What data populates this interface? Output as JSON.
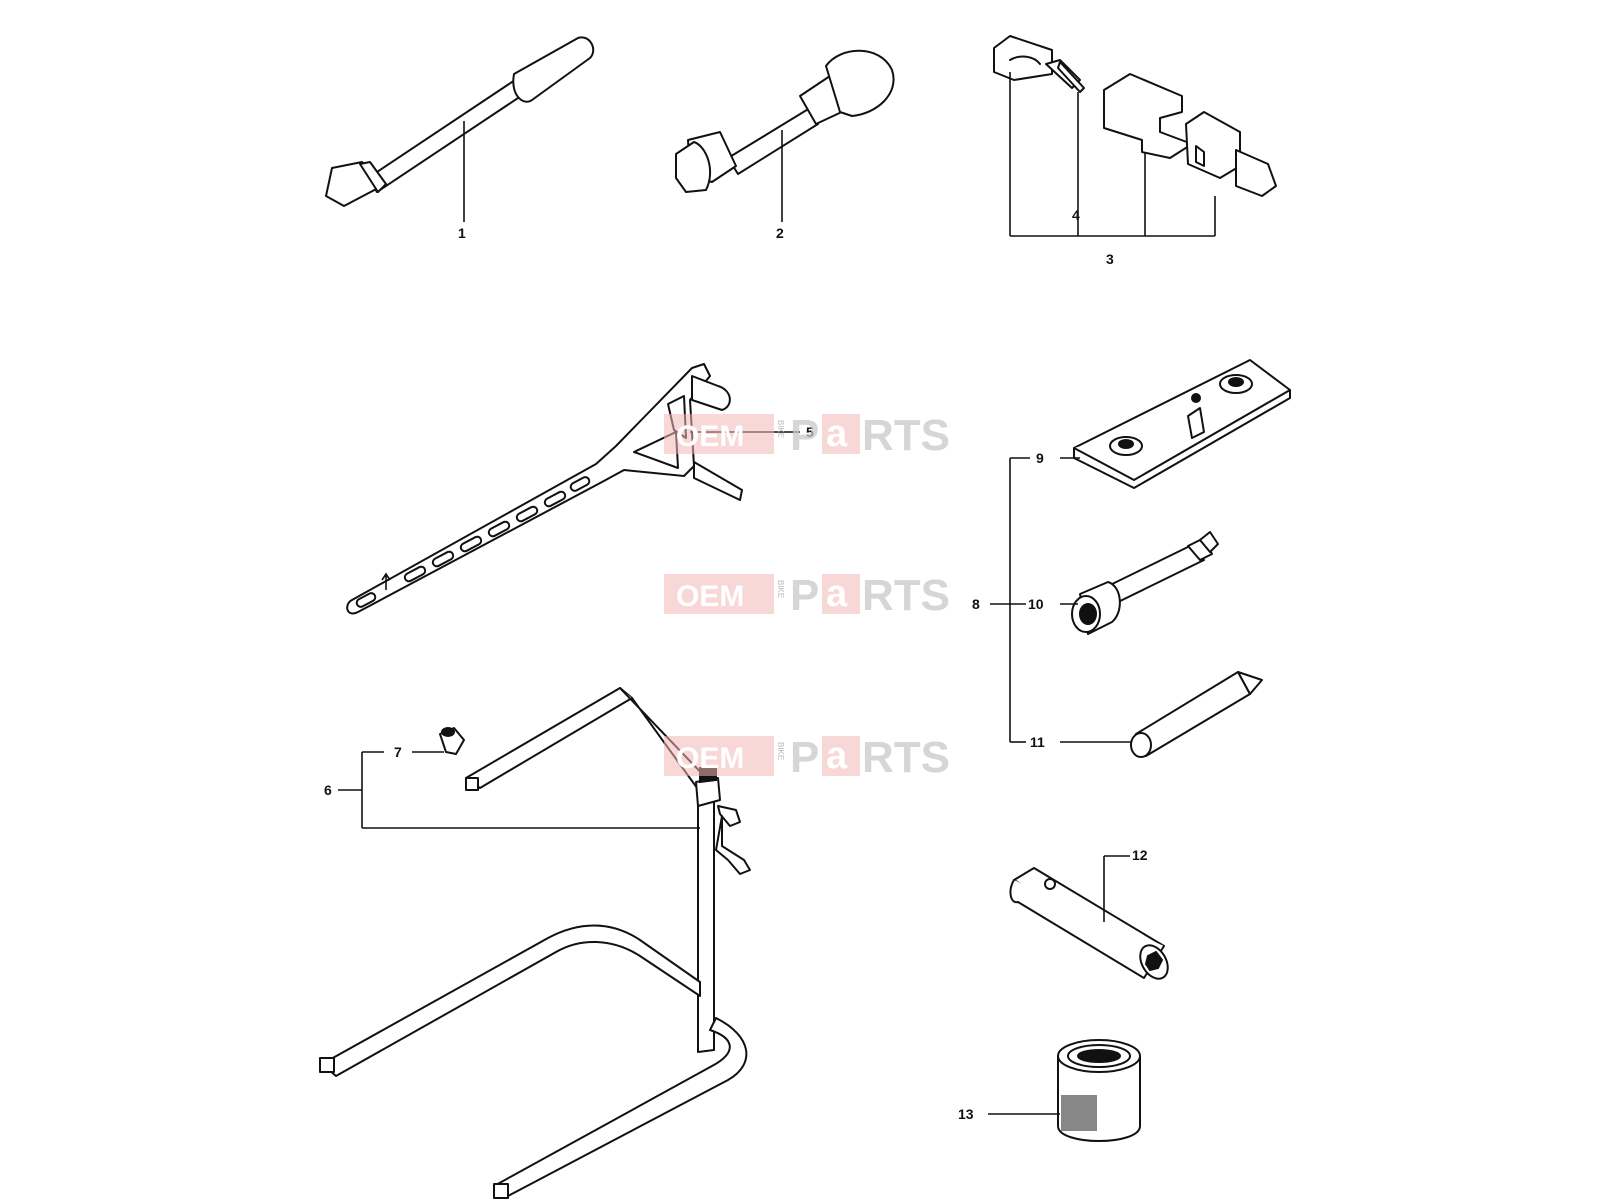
{
  "callouts": {
    "c1": "1",
    "c2": "2",
    "c3": "3",
    "c4": "4",
    "c5": "5",
    "c6": "6",
    "c7": "7",
    "c8": "8",
    "c9": "9",
    "c10": "10",
    "c11": "11",
    "c12": "12",
    "c13": "13"
  },
  "watermark": {
    "left": "OEM",
    "middle": "BIKE",
    "p": "P",
    "a": "a",
    "right": "RTS"
  },
  "colors": {
    "line": "#111111",
    "watermark_red": "#f3b7b7",
    "watermark_gray": "#c9c9c9"
  }
}
